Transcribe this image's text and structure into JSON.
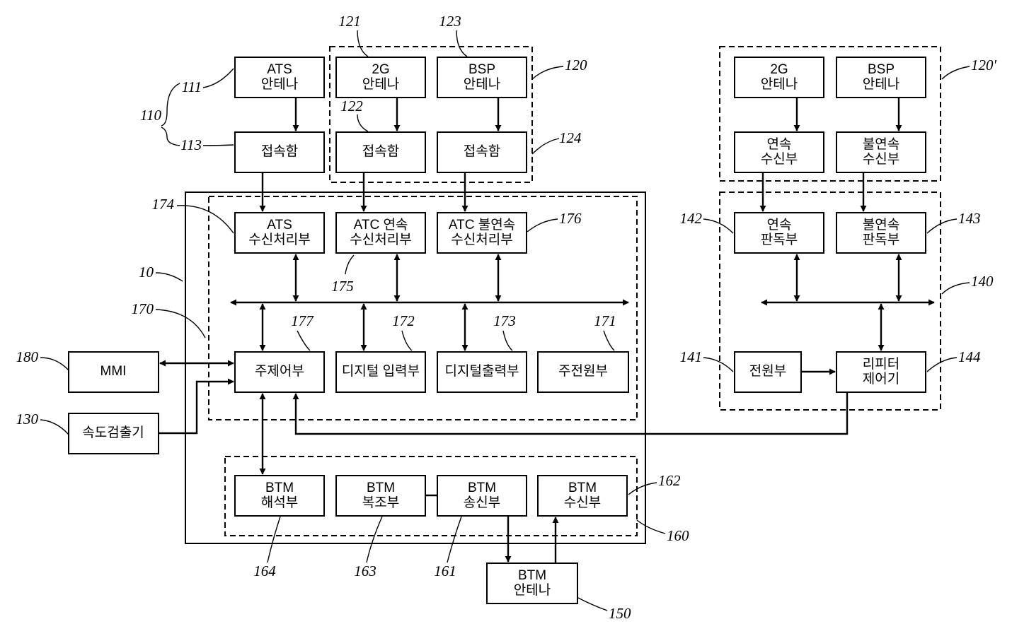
{
  "blocks": {
    "ats_antenna": [
      "ATS",
      "안테나"
    ],
    "ats_junction": [
      "접속함"
    ],
    "g2_antenna": [
      "2G",
      "안테나"
    ],
    "bsp_antenna": [
      "BSP",
      "안테나"
    ],
    "g2_junction": [
      "접속함"
    ],
    "bsp_junction": [
      "접속함"
    ],
    "ats_rx": [
      "ATS",
      "수신처리부"
    ],
    "atc_cont_rx": [
      "ATC 연속",
      "수신처리부"
    ],
    "atc_discont_rx": [
      "ATC 불연속",
      "수신처리부"
    ],
    "main_controller": [
      "주제어부"
    ],
    "digital_input": [
      "디지털 입력부"
    ],
    "digital_output": [
      "디지털출력부"
    ],
    "main_power": [
      "주전원부"
    ],
    "mmi": [
      "MMI"
    ],
    "speed_detector": [
      "속도검출기"
    ],
    "btm_analyzer": [
      "BTM",
      "해석부"
    ],
    "btm_demod": [
      "BTM",
      "복조부"
    ],
    "btm_tx": [
      "BTM",
      "송신부"
    ],
    "btm_rx": [
      "BTM",
      "수신부"
    ],
    "btm_antenna": [
      "BTM",
      "안테나"
    ],
    "r_2g_antenna": [
      "2G",
      "안테나"
    ],
    "r_bsp_antenna": [
      "BSP",
      "안테나"
    ],
    "r_cont_receiver": [
      "연속",
      "수신부"
    ],
    "r_discont_receiver": [
      "불연속",
      "수신부"
    ],
    "r_cont_reader": [
      "연속",
      "판독부"
    ],
    "r_discont_reader": [
      "불연속",
      "판독부"
    ],
    "r_power": [
      "전원부"
    ],
    "r_repeater_ctrl": [
      "리피터",
      "제어기"
    ]
  },
  "refs": {
    "r121": "121",
    "r123": "123",
    "r120": "120",
    "r111": "111",
    "r110": "110",
    "r113": "113",
    "r122": "122",
    "r124": "124",
    "r174": "174",
    "r175": "175",
    "r176": "176",
    "r10": "10",
    "r170": "170",
    "r177": "177",
    "r172": "172",
    "r173": "173",
    "r171": "171",
    "r180": "180",
    "r130": "130",
    "r162": "162",
    "r160": "160",
    "r164": "164",
    "r163": "163",
    "r161": "161",
    "r150": "150",
    "r120p": "120′",
    "r142": "142",
    "r143": "143",
    "r140": "140",
    "r141": "141",
    "r144": "144"
  }
}
